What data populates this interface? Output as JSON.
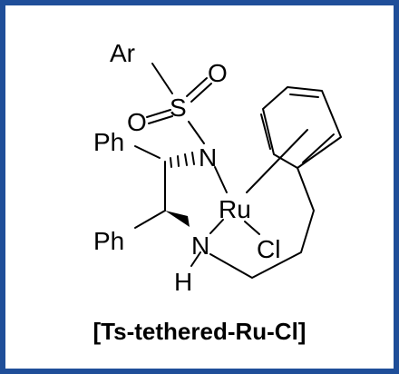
{
  "diagram": {
    "atoms": {
      "ar": "Ar",
      "s": "S",
      "o_top": "O",
      "o_left": "O",
      "n_top": "N",
      "ph_top": "Ph",
      "ru": "Ru",
      "n_bottom": "N",
      "h": "H",
      "cl": "Cl",
      "ph_bottom": "Ph"
    },
    "caption": "[Ts-tethered-Ru-Cl]"
  },
  "colors": {
    "border": "#1f4e99",
    "ink": "#000000",
    "background": "#ffffff"
  }
}
